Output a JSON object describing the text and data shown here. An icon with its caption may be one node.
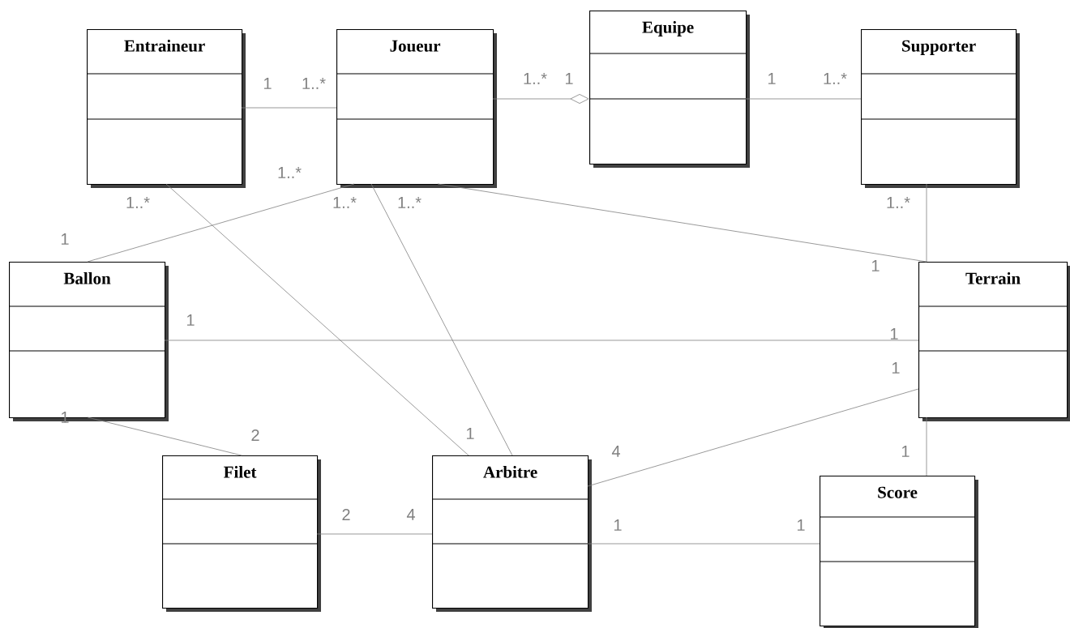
{
  "diagram": {
    "nodes": [
      {
        "text": [
          "Entraineur"
        ]
      },
      {
        "text": [
          "Joueur"
        ]
      },
      {
        "text": [
          "Equipe"
        ]
      },
      {
        "text": [
          "Supporter"
        ]
      },
      {
        "text": [
          "Ballon"
        ]
      },
      {
        "text": [
          "Terrain"
        ]
      },
      {
        "text": [
          "Filet"
        ]
      },
      {
        "text": [
          "Arbitre"
        ]
      },
      {
        "text": [
          "Score"
        ]
      }
    ],
    "edges": [
      {
        "from": 0,
        "to": 1,
        "arrow": "none"
      },
      {
        "from": 1,
        "to": 2,
        "arrow": "other"
      },
      {
        "from": 2,
        "to": 3,
        "arrow": "none"
      },
      {
        "from": 1,
        "to": 4,
        "arrow": "none"
      },
      {
        "from": 0,
        "to": 7,
        "arrow": "none"
      },
      {
        "from": 1,
        "to": 7,
        "arrow": "none"
      },
      {
        "from": 1,
        "to": 5,
        "arrow": "none"
      },
      {
        "from": 3,
        "to": 5,
        "arrow": "none"
      },
      {
        "from": 4,
        "to": 5,
        "arrow": "none"
      },
      {
        "from": 4,
        "to": 6,
        "arrow": "none"
      },
      {
        "from": 6,
        "to": 7,
        "arrow": "none"
      },
      {
        "from": 7,
        "to": 5,
        "arrow": "none"
      },
      {
        "from": 7,
        "to": 8,
        "arrow": "none"
      },
      {
        "from": 5,
        "to": 8,
        "arrow": "none"
      }
    ],
    "labels": [
      "1",
      "1..*",
      "1..*",
      "1",
      "1",
      "1..*",
      "1..*",
      "1..*",
      "1..*",
      "1..*",
      "1..*",
      "1",
      "1",
      "1",
      "1",
      "1",
      "1",
      "2",
      "1",
      "4",
      "1",
      "2",
      "4",
      "1",
      "1"
    ]
  }
}
